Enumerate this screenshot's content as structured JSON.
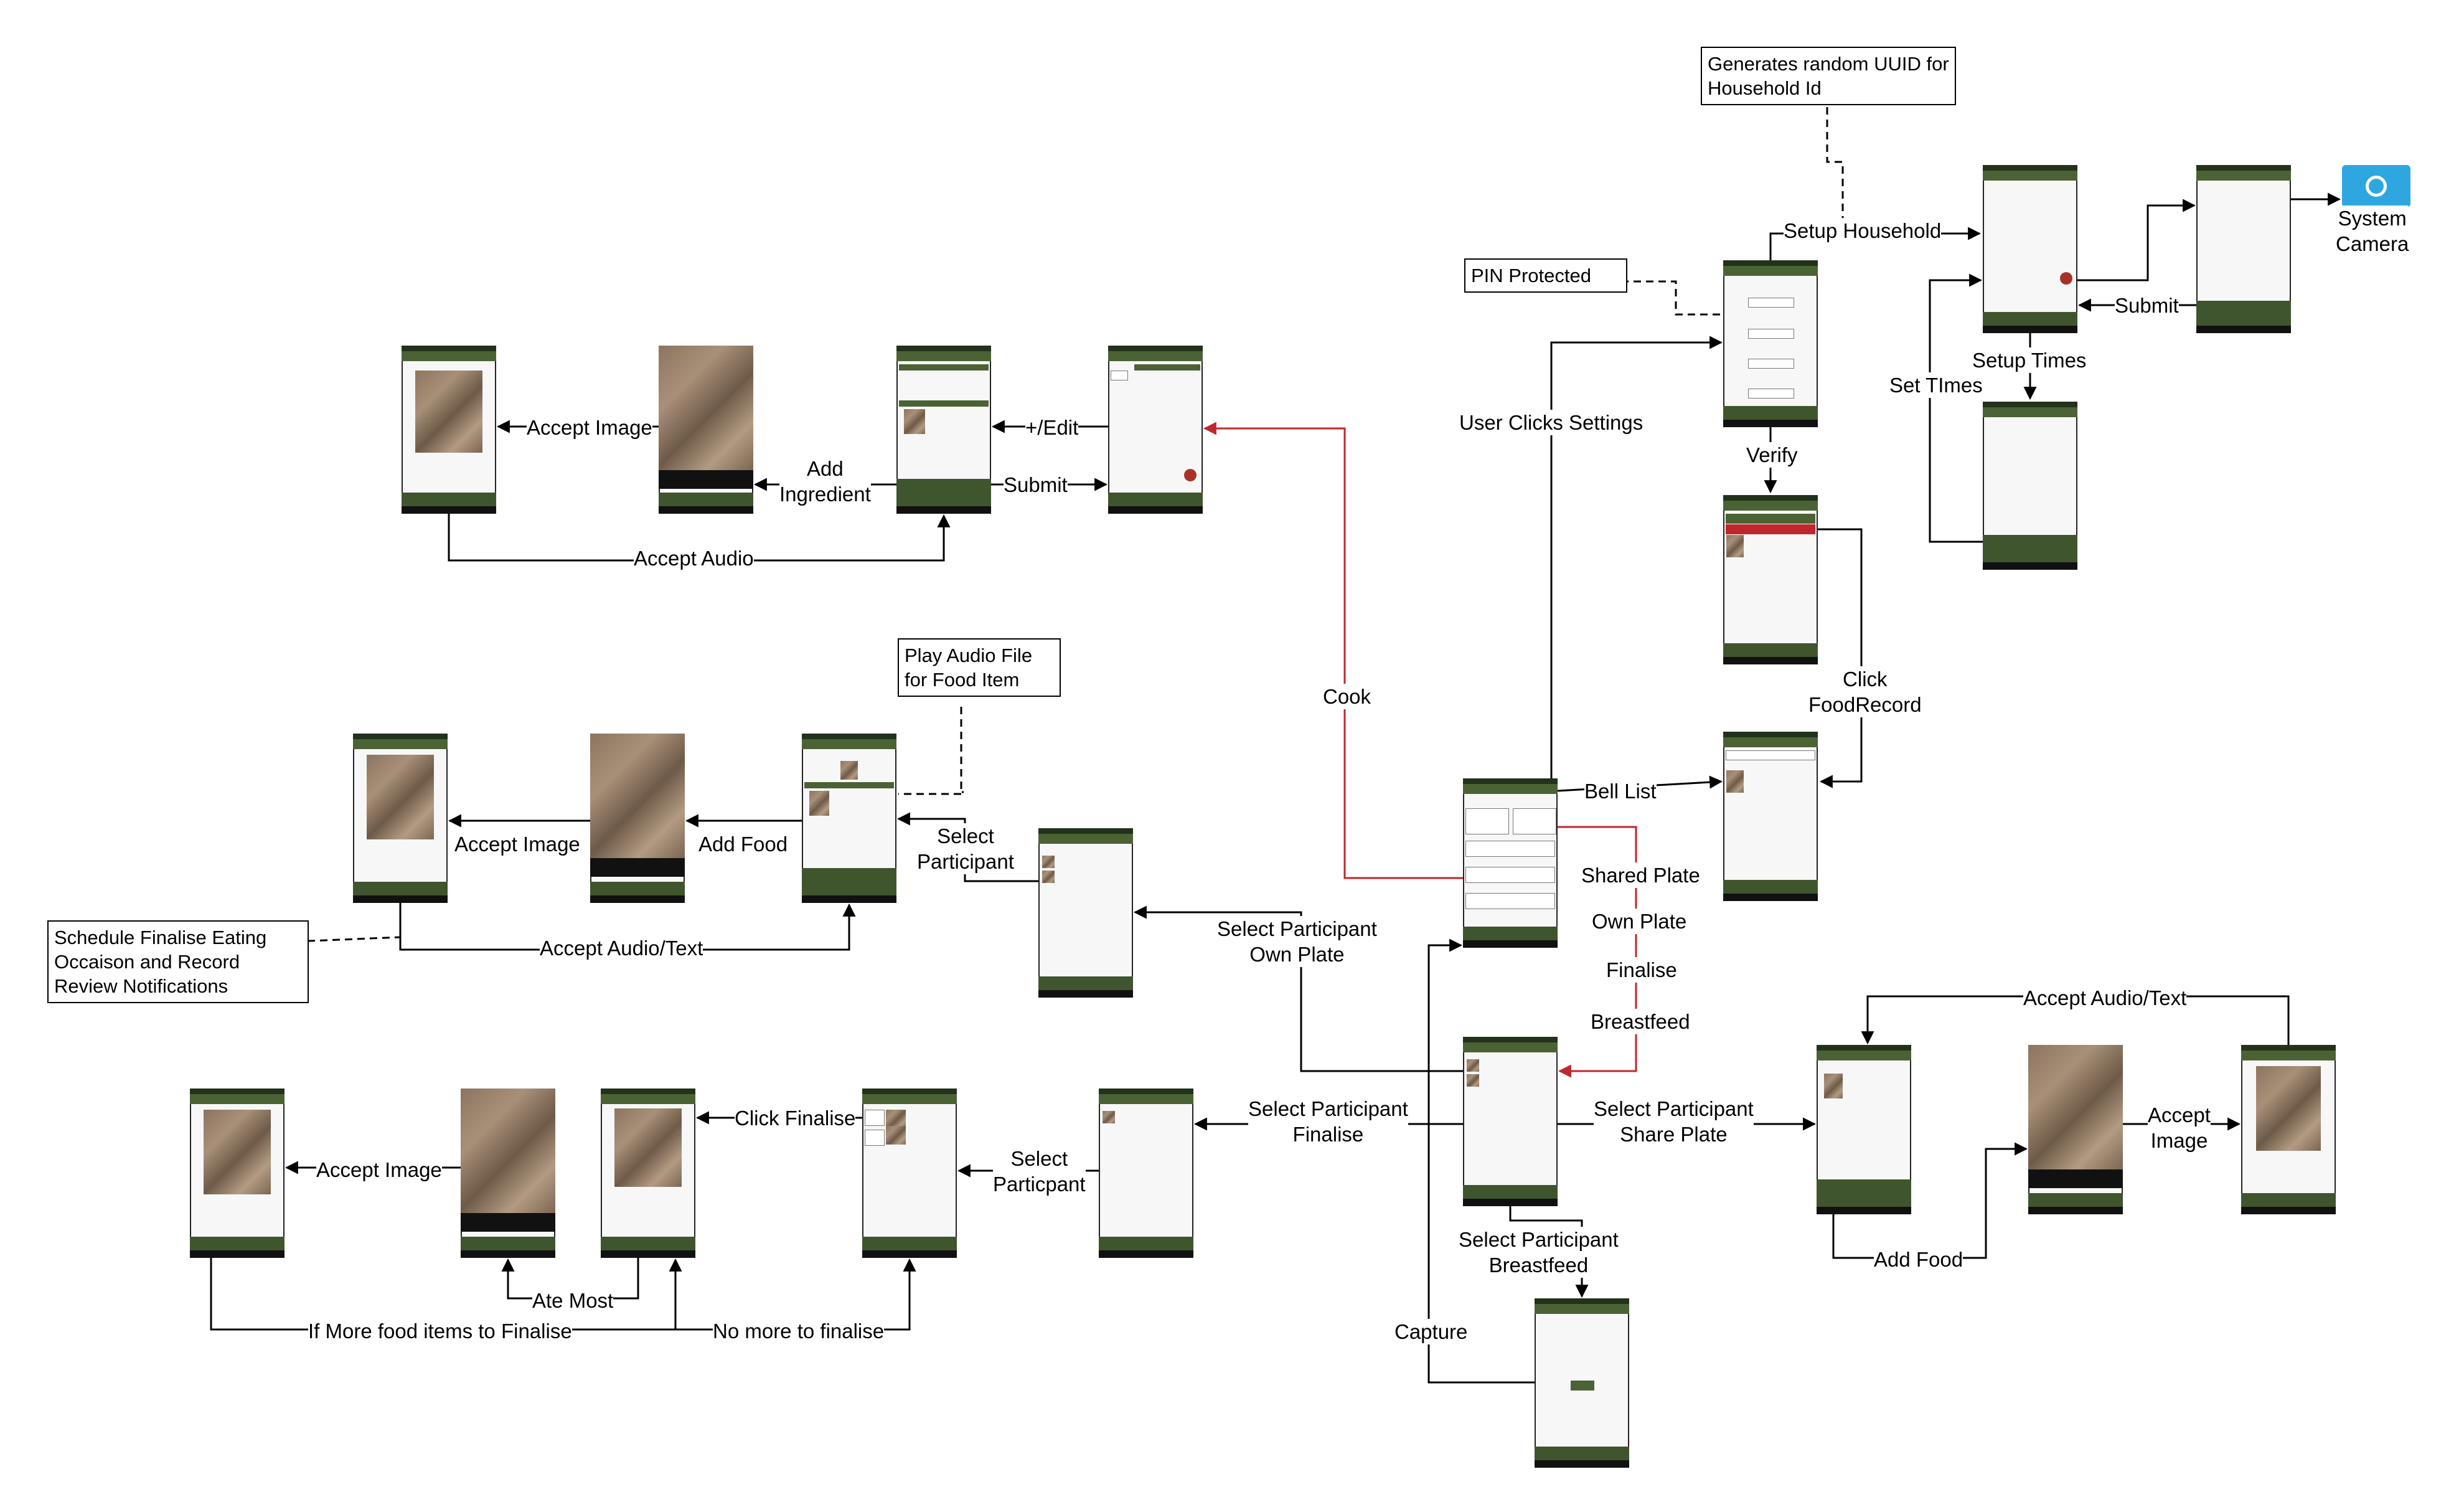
{
  "notes": {
    "uuid": "Generates random UUID for\nHousehold Id",
    "pin": "PIN Protected",
    "play_audio": "Play Audio File\nfor Food Item",
    "schedule": "Schedule Finalise Eating\nOccaison and Record\nReview Notifications"
  },
  "camera": {
    "label": "System\nCamera",
    "color": "#2ea7e0"
  },
  "labels": {
    "setup_household": "Setup Household",
    "submit_household": "Submit",
    "setup_times": "Setup Times",
    "set_times": "Set TImes",
    "user_clicks_settings": "User Clicks Settings",
    "verify": "Verify",
    "click_foodrecord": "Click\nFoodRecord",
    "bell_list": "Bell List",
    "cook": "Cook",
    "accept_image_top": "Accept Image",
    "add_ingredient": "Add\nIngredient",
    "edit": "+/Edit",
    "submit_recipe": "Submit",
    "accept_audio": "Accept Audio",
    "accept_image_mid": "Accept Image",
    "add_food_mid": "Add Food",
    "select_participant_mid": "Select\nParticipant",
    "accept_audio_text_mid": "Accept Audio/Text",
    "select_participant_own": "Select Participant\nOwn Plate",
    "shared_plate": "Shared Plate",
    "own_plate": "Own Plate",
    "finalise": "Finalise",
    "breastfeed": "Breastfeed",
    "select_participant_finalise": "Select Participant\nFinalise",
    "select_participant_share": "Select Participant\nShare Plate",
    "select_participant_breastfeed": "Select Participant\nBreastfeed",
    "capture": "Capture",
    "select_particpant": "Select\nParticpant",
    "click_finalise": "Click Finalise",
    "accept_image_bottom": "Accept Image",
    "ate_most": "Ate Most",
    "if_more": "If More food items to Finalise",
    "no_more": "No more to finalise",
    "accept_audio_text_right": "Accept Audio/Text",
    "accept_image_right": "Accept\nImage",
    "add_food_right": "Add Food"
  },
  "colors": {
    "line": "#000000",
    "accent_red": "#c0262d",
    "toolbar": "#4b6234",
    "status_bar": "#22321b"
  }
}
